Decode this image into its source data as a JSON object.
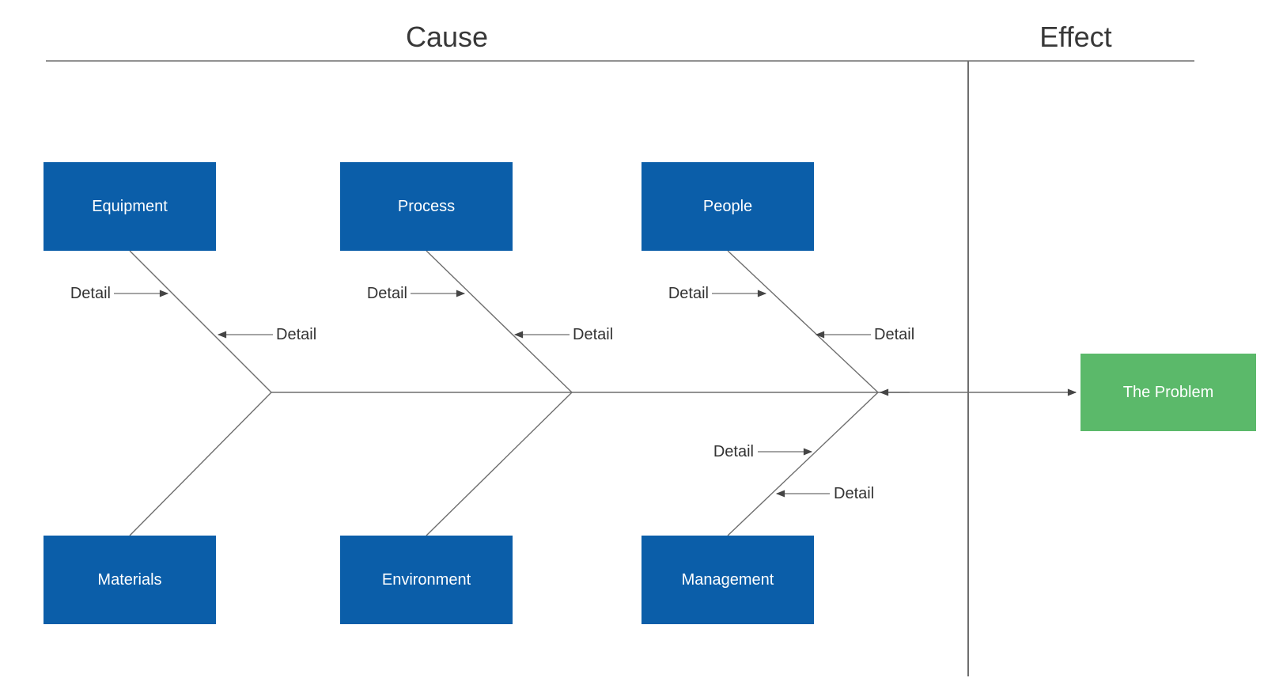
{
  "header": {
    "cause": "Cause",
    "effect": "Effect"
  },
  "problem": {
    "label": "The Problem"
  },
  "categories": {
    "top": [
      {
        "label": "Equipment"
      },
      {
        "label": "Process"
      },
      {
        "label": "People"
      }
    ],
    "bottom": [
      {
        "label": "Materials"
      },
      {
        "label": "Environment"
      },
      {
        "label": "Management"
      }
    ]
  },
  "details": {
    "label": "Detail"
  },
  "colors": {
    "category_fill": "#0B5EA9",
    "problem_fill": "#5BB96A",
    "line": "#6E6E6E",
    "arrowhead": "#454545",
    "text": "#333333",
    "title_text": "#383838",
    "box_text": "#FFFFFF"
  }
}
